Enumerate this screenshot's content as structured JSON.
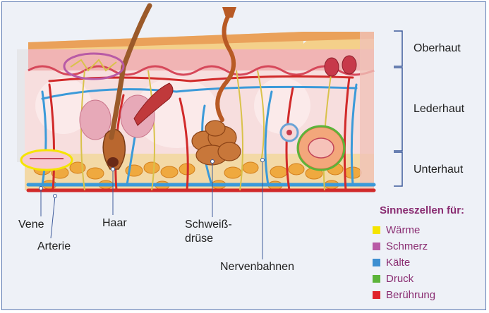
{
  "layers": {
    "epidermis": "Oberhaut",
    "dermis": "Lederhaut",
    "subcutis": "Unterhaut"
  },
  "labels": {
    "vein": "Vene",
    "artery": "Arterie",
    "hair": "Haar",
    "sweat_gland_line1": "Schweiß-",
    "sweat_gland_line2": "drüse",
    "nerves": "Nervenbahnen"
  },
  "legend": {
    "title": "Sinneszellen für:",
    "items": [
      {
        "label": "Wärme",
        "color": "#f5e400"
      },
      {
        "label": "Schmerz",
        "color": "#b85aa6"
      },
      {
        "label": "Kälte",
        "color": "#3d8fd1"
      },
      {
        "label": "Druck",
        "color": "#5cb43a"
      },
      {
        "label": "Berührung",
        "color": "#e0232a"
      }
    ]
  },
  "colors": {
    "frame_border": "#5e7bb3",
    "background": "#eef1f7",
    "bracket": "#3d5a9b",
    "legend_text": "#8a2d72",
    "artery": "#d12a2a",
    "vein": "#3b9ad9",
    "nerve": "#d9c24a"
  }
}
